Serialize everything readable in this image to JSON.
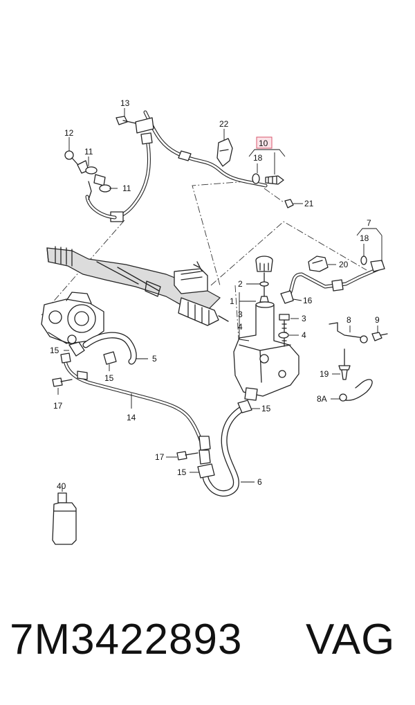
{
  "diagram": {
    "labels": [
      {
        "id": "l13",
        "text": "13"
      },
      {
        "id": "l22",
        "text": "22"
      },
      {
        "id": "l10",
        "text": "10",
        "highlight": true
      },
      {
        "id": "l18a",
        "text": "18"
      },
      {
        "id": "l12",
        "text": "12"
      },
      {
        "id": "l11a",
        "text": "11"
      },
      {
        "id": "l11b",
        "text": "11"
      },
      {
        "id": "l21",
        "text": "21"
      },
      {
        "id": "l7",
        "text": "7"
      },
      {
        "id": "l18b",
        "text": "18"
      },
      {
        "id": "l20",
        "text": "20"
      },
      {
        "id": "l2",
        "text": "2"
      },
      {
        "id": "l16",
        "text": "16"
      },
      {
        "id": "l1",
        "text": "1"
      },
      {
        "id": "l3a",
        "text": "3"
      },
      {
        "id": "l3b",
        "text": "3"
      },
      {
        "id": "l4a",
        "text": "4"
      },
      {
        "id": "l4b",
        "text": "4"
      },
      {
        "id": "l8",
        "text": "8"
      },
      {
        "id": "l9",
        "text": "9"
      },
      {
        "id": "l15a",
        "text": "15"
      },
      {
        "id": "l5",
        "text": "5"
      },
      {
        "id": "l15b",
        "text": "15"
      },
      {
        "id": "l19",
        "text": "19"
      },
      {
        "id": "l17a",
        "text": "17"
      },
      {
        "id": "l15c",
        "text": "15"
      },
      {
        "id": "l8A",
        "text": "8A"
      },
      {
        "id": "l14",
        "text": "14"
      },
      {
        "id": "l17b",
        "text": "17"
      },
      {
        "id": "l15d",
        "text": "15"
      },
      {
        "id": "l6",
        "text": "6"
      },
      {
        "id": "l40",
        "text": "40"
      }
    ]
  },
  "caption": {
    "part_number": "7M3422893",
    "brand": "VAG"
  },
  "colors": {
    "highlight_fill": "#fbe3e8",
    "highlight_stroke": "#d9546b",
    "line": "#222222"
  }
}
